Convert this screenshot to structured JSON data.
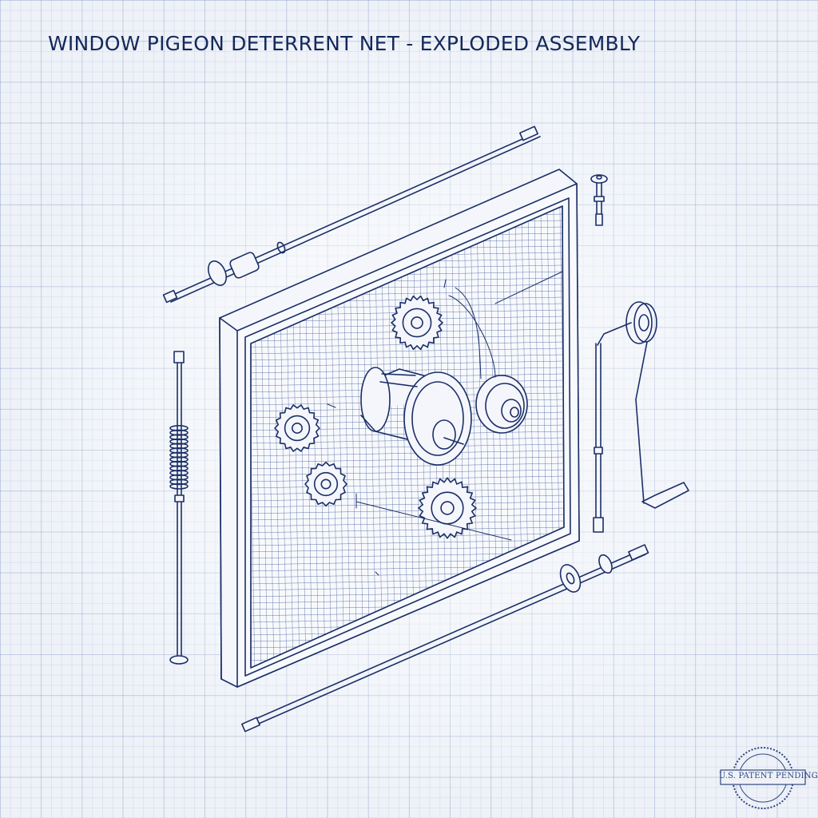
{
  "title": "WINDOW PIGEON DETERRENT NET - EXPLODED ASSEMBLY",
  "stamp": {
    "text": "U.S. PATENT PENDING"
  },
  "colors": {
    "ink": "#1b2f68",
    "paper": "#eef2f8",
    "grid": "#7c8cbe"
  },
  "components": [
    "frame",
    "mesh-net",
    "top-rod",
    "bottom-rod",
    "left-spring-rod",
    "right-crank-handle",
    "top-right-pin",
    "motor-housing",
    "gears",
    "pulley-wheel"
  ]
}
